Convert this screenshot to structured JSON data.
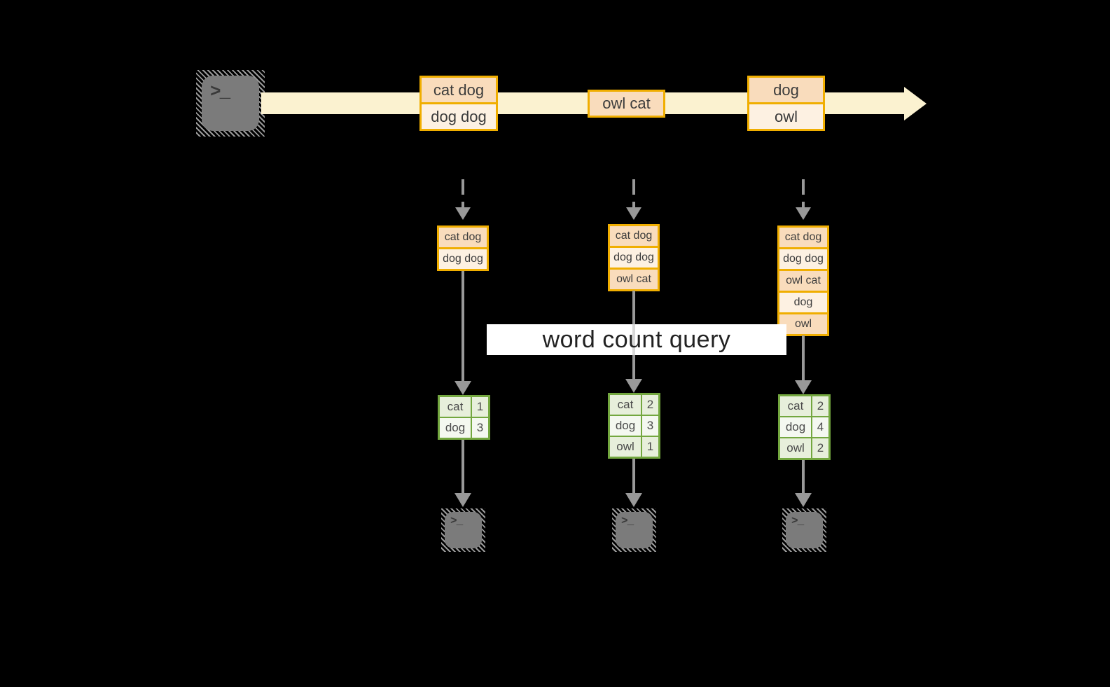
{
  "terminal": {
    "prompt_glyph": ">_"
  },
  "timeline": {
    "batches": [
      [
        "cat dog",
        "dog dog"
      ],
      [
        "owl cat"
      ],
      [
        "dog",
        "owl"
      ]
    ]
  },
  "query": {
    "label": "word count query"
  },
  "columns": [
    {
      "state": [
        "cat dog",
        "dog dog"
      ],
      "counts": [
        [
          "cat",
          "1"
        ],
        [
          "dog",
          "3"
        ]
      ]
    },
    {
      "state": [
        "cat dog",
        "dog dog",
        "owl cat"
      ],
      "counts": [
        [
          "cat",
          "2"
        ],
        [
          "dog",
          "3"
        ],
        [
          "owl",
          "1"
        ]
      ]
    },
    {
      "state": [
        "cat dog",
        "dog dog",
        "owl cat",
        "dog",
        "owl"
      ],
      "counts": [
        [
          "cat",
          "2"
        ],
        [
          "dog",
          "4"
        ],
        [
          "owl",
          "2"
        ]
      ]
    }
  ],
  "colors": {
    "background": "#000000",
    "accent_gold": "#f0ae00",
    "peach_dark": "#f9dcbc",
    "peach_light": "#fdf1e2",
    "stream_cream": "#fbf2d0",
    "green_border": "#73a73f",
    "green_cell_dark": "#e7efdb",
    "green_cell_light": "#f4f8f0",
    "arrow_gray": "#999999",
    "terminal_gray": "#7b7b7b",
    "query_band_bg": "#ffffff",
    "text_dark": "#3c3c3c"
  }
}
